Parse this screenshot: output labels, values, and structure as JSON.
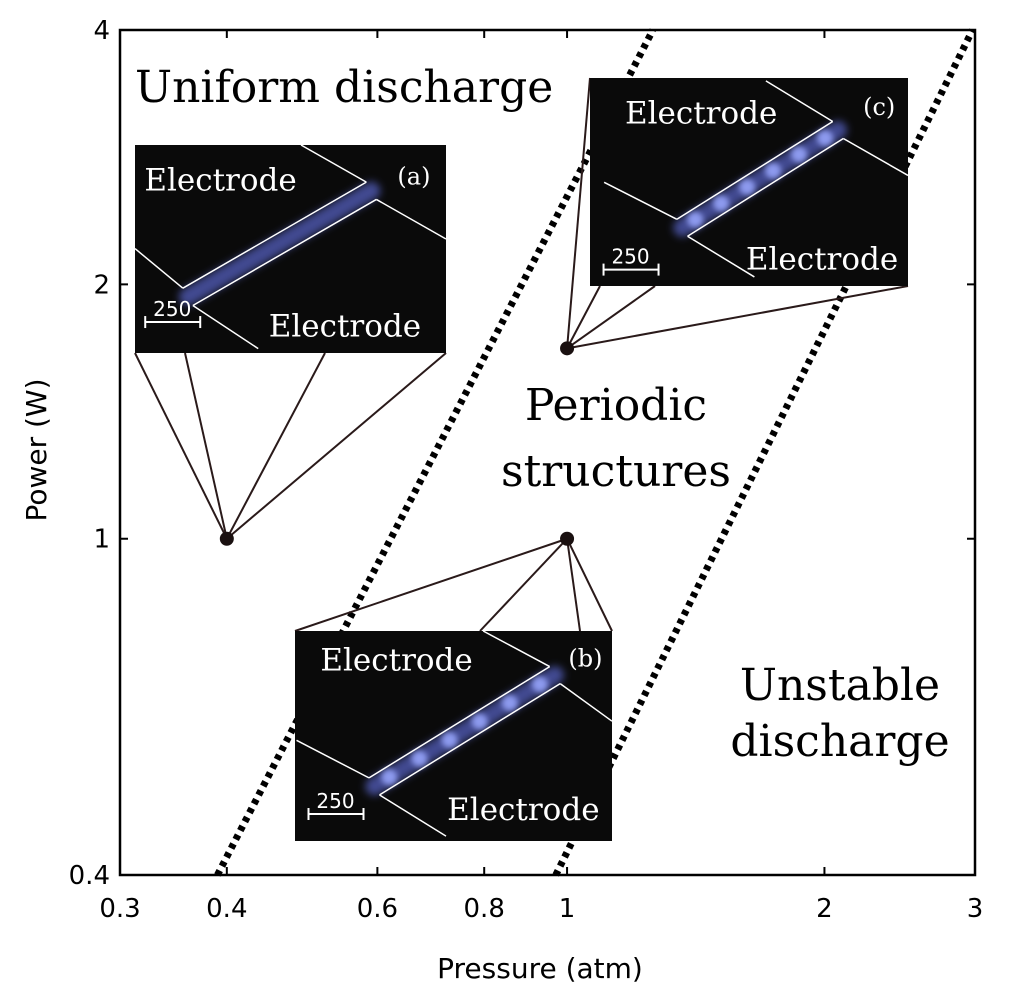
{
  "chart_data": {
    "type": "scatter",
    "x_scale": "log",
    "y_scale": "log",
    "xlim": [
      0.3,
      3
    ],
    "ylim": [
      0.4,
      4
    ],
    "xlabel": "Pressure (atm)",
    "ylabel": "Power (W)",
    "x_ticks": [
      {
        "value": 0.3,
        "label": "0.3"
      },
      {
        "value": 0.4,
        "label": "0.4"
      },
      {
        "value": 0.6,
        "label": "0.6"
      },
      {
        "value": 0.8,
        "label": "0.8"
      },
      {
        "value": 1,
        "label": "1"
      },
      {
        "value": 2,
        "label": "2"
      },
      {
        "value": 3,
        "label": "3"
      }
    ],
    "y_ticks": [
      {
        "value": 0.4,
        "label": "0.4"
      },
      {
        "value": 1,
        "label": "1"
      },
      {
        "value": 2,
        "label": "2"
      },
      {
        "value": 4,
        "label": "4"
      }
    ],
    "grid": false,
    "boundaries": [
      {
        "style": "dotted",
        "points": [
          [
            0.39,
            0.4
          ],
          [
            1.26,
            4
          ]
        ]
      },
      {
        "style": "dotted",
        "points": [
          [
            0.97,
            0.4
          ],
          [
            2.98,
            4
          ]
        ]
      }
    ],
    "points": [
      {
        "x": 0.4,
        "y": 1,
        "inset": "a"
      },
      {
        "x": 1,
        "y": 1,
        "inset": "b"
      },
      {
        "x": 1,
        "y": 1.68,
        "inset": "c"
      }
    ],
    "regions": [
      {
        "lines": [
          "Uniform discharge"
        ]
      },
      {
        "lines": [
          "Periodic",
          "structures"
        ]
      },
      {
        "lines": [
          "Unstable",
          "discharge"
        ]
      }
    ],
    "insets": [
      {
        "tag": "(a)",
        "electrode_top": "Electrode",
        "electrode_bottom": "Electrode",
        "scale": "250",
        "bright_spots": 0
      },
      {
        "tag": "(b)",
        "electrode_top": "Electrode",
        "electrode_bottom": "Electrode",
        "scale": "250",
        "bright_spots": 5
      },
      {
        "tag": "(c)",
        "electrode_top": "Electrode",
        "electrode_bottom": "Electrode",
        "scale": "250",
        "bright_spots": 5
      }
    ],
    "colors": {
      "axis": "#000000",
      "inset_bg": "#0a0a0a",
      "glow": "#6f7dff",
      "marker": "#1a1010"
    }
  }
}
